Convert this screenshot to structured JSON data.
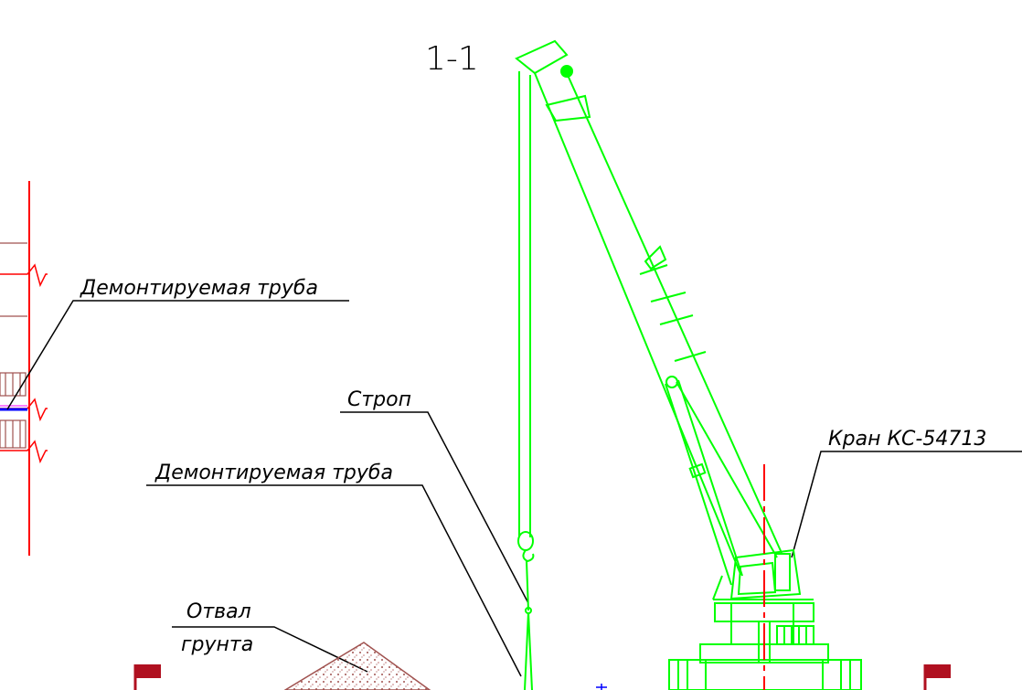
{
  "section_title": "1-1",
  "labels": {
    "pipe_left": "Демонтируемая труба",
    "sling": "Строп",
    "pipe_center": "Демонтируемая труба",
    "crane": "Кран КС-54713",
    "spoil_line1": "Отвал",
    "spoil_line2": "грунта"
  },
  "colors": {
    "crane": "#00ff00",
    "axis": "#ff0000",
    "soil": "#a0524f",
    "marker": "#b01020",
    "pipe": "#0000ff",
    "leader": "#000000"
  }
}
